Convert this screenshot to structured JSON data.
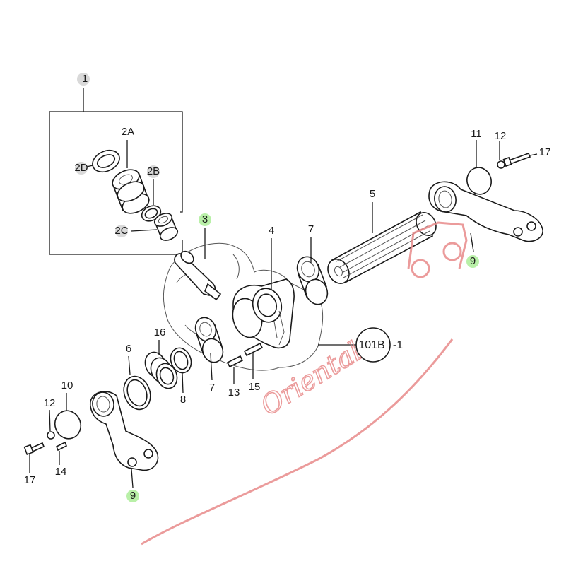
{
  "callouts": [
    {
      "id": "c1",
      "label": "1",
      "highlight": "grey"
    },
    {
      "id": "c2A",
      "label": "2A",
      "highlight": "none"
    },
    {
      "id": "c2B",
      "label": "2B",
      "highlight": "grey"
    },
    {
      "id": "c2C",
      "label": "2C",
      "highlight": "grey"
    },
    {
      "id": "c2D",
      "label": "2D",
      "highlight": "grey"
    },
    {
      "id": "c3",
      "label": "3",
      "highlight": "green"
    },
    {
      "id": "c4",
      "label": "4",
      "highlight": "none"
    },
    {
      "id": "c5",
      "label": "5",
      "highlight": "none"
    },
    {
      "id": "c6",
      "label": "6",
      "highlight": "none"
    },
    {
      "id": "c7a",
      "label": "7",
      "highlight": "none"
    },
    {
      "id": "c7b",
      "label": "7",
      "highlight": "none"
    },
    {
      "id": "c8",
      "label": "8",
      "highlight": "none"
    },
    {
      "id": "c9a",
      "label": "9",
      "highlight": "green"
    },
    {
      "id": "c9b",
      "label": "9",
      "highlight": "green"
    },
    {
      "id": "c10",
      "label": "10",
      "highlight": "none"
    },
    {
      "id": "c11",
      "label": "11",
      "highlight": "none"
    },
    {
      "id": "c12a",
      "label": "12",
      "highlight": "none"
    },
    {
      "id": "c12b",
      "label": "12",
      "highlight": "none"
    },
    {
      "id": "c13",
      "label": "13",
      "highlight": "none"
    },
    {
      "id": "c14",
      "label": "14",
      "highlight": "none"
    },
    {
      "id": "c15",
      "label": "15",
      "highlight": "none"
    },
    {
      "id": "c16",
      "label": "16",
      "highlight": "none"
    },
    {
      "id": "c17a",
      "label": "17",
      "highlight": "none"
    },
    {
      "id": "c17b",
      "label": "17",
      "highlight": "none"
    }
  ],
  "reference": {
    "circle_label": "101B",
    "suffix": "-1"
  },
  "colors": {
    "green_highlight": "#b9f0a8",
    "grey_highlight": "#d9d9d9",
    "watermark": "#e88a8a"
  }
}
